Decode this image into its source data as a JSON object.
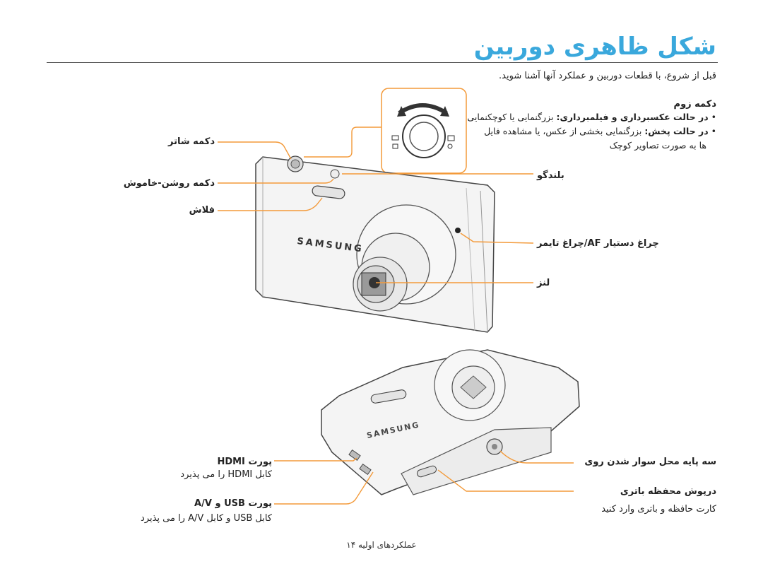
{
  "page": {
    "title": "شکل ظاهری دوربین",
    "intro": "قبل از شروع، با قطعات دوربین و عملکرد آنها آشنا شوید.",
    "footer": "عملکردهای اولیه ۱۴"
  },
  "zoom": {
    "heading": "دکمه زوم",
    "item1_prefix": "در حالت عکسبرداری و فیلمبرداری:",
    "item1_rest": " بزرگنمایی یا کوچکنمایی",
    "item2_prefix": "در حالت پخش:",
    "item2_rest": " بزرگنمایی بخشی از عکس، یا مشاهده فایل",
    "item2_cont": "ها به صورت تصاویر کوچک"
  },
  "labels": {
    "shutter": "دکمه شاتر",
    "power": "دکمه روشن-خاموش",
    "flash": "فلاش",
    "speaker": "بلندگو",
    "af_lamp": "چراغ دستیار AF/چراغ تایمر",
    "lens": "لنز",
    "hdmi_port": "پورت HDMI",
    "hdmi_desc": "کابل HDMI را می پذیرد",
    "usb_port": "پورت USB و A/V",
    "usb_desc": "کابل USB و کابل A/V را می پذیرد",
    "tripod": "سه پایه محل سوار شدن روی",
    "battery_cover": "درپوش محفظه باتری",
    "battery_desc": "کارت حافظه و باتری وارد کنید"
  },
  "camera": {
    "brand": "SAMSUNG"
  },
  "colors": {
    "accent": "#3aa8dc",
    "callout": "#f39a3a"
  }
}
